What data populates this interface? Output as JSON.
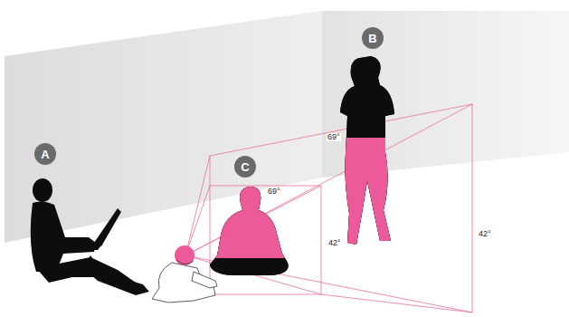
{
  "diagram": {
    "nodes": [
      {
        "text": [
          "A"
        ]
      },
      {
        "text": [
          "B"
        ]
      },
      {
        "text": [
          "C"
        ]
      }
    ],
    "labels": [
      "69°",
      "69°",
      "42°",
      "42°"
    ]
  }
}
